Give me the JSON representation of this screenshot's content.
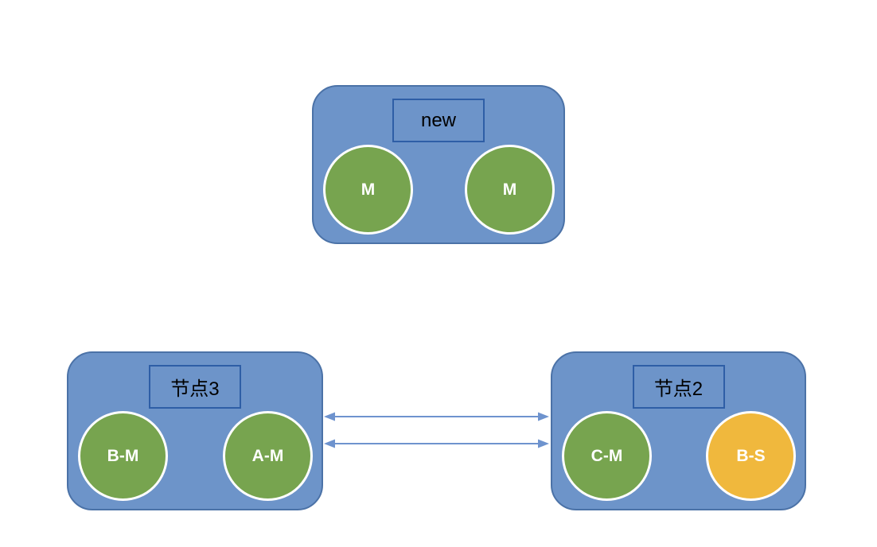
{
  "colors": {
    "node_fill": "#6D94C9",
    "node_border": "#4B72A7",
    "label_border": "#2E5EA6",
    "label_text": "#000000",
    "master_fill": "#77A44F",
    "slave_fill": "#F0B83D",
    "circle_border": "#FFFFFF",
    "circle_text": "#FFFFFF",
    "arrow_color": "#6E93CE"
  },
  "nodes": [
    {
      "label": "new",
      "circles": [
        {
          "label": "M",
          "type": "master"
        },
        {
          "label": "M",
          "type": "master"
        }
      ]
    },
    {
      "label": "节点3",
      "circles": [
        {
          "label": "B-M",
          "type": "master"
        },
        {
          "label": "A-M",
          "type": "master"
        }
      ]
    },
    {
      "label": "节点2",
      "circles": [
        {
          "label": "C-M",
          "type": "master"
        },
        {
          "label": "B-S",
          "type": "slave"
        }
      ]
    }
  ],
  "arrows": [
    {
      "name": "sync-arrow-top",
      "direction": "both",
      "from": "节点3",
      "to": "节点2"
    },
    {
      "name": "sync-arrow-bottom",
      "direction": "both",
      "from": "节点3",
      "to": "节点2"
    }
  ]
}
